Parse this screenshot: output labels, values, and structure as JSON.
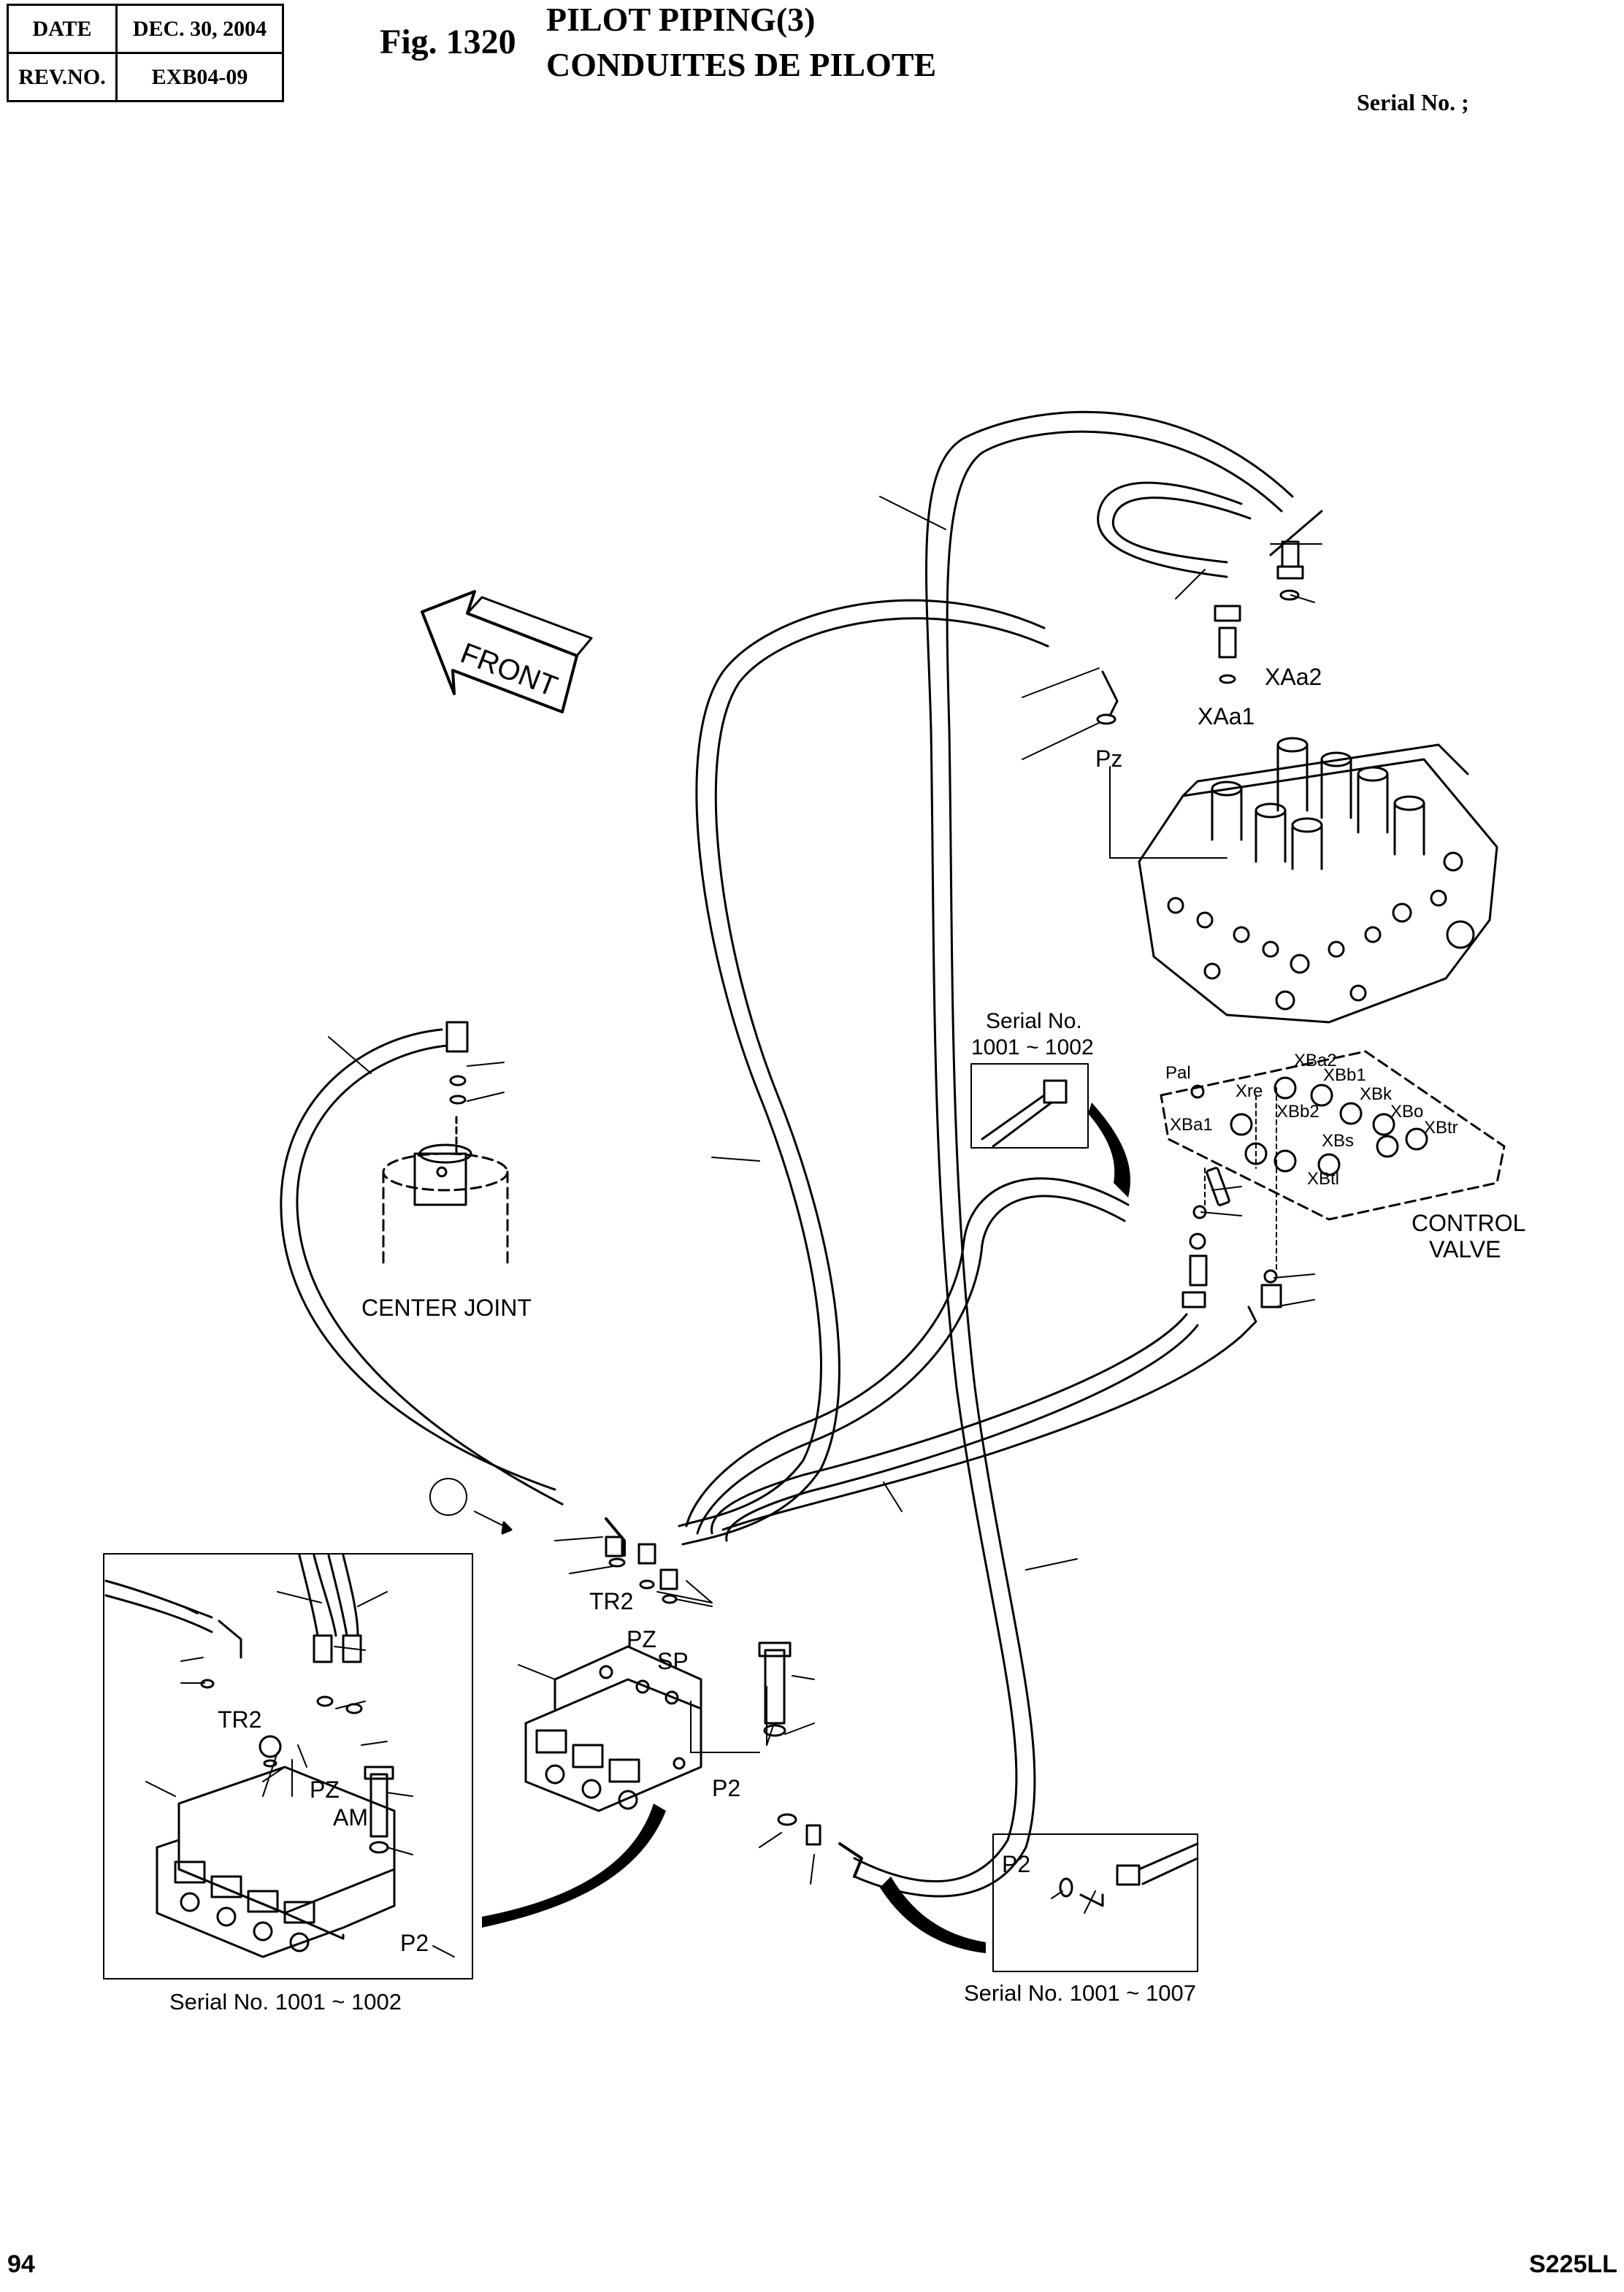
{
  "header": {
    "date_label": "DATE",
    "date_value": "DEC. 30, 2004",
    "rev_label": "REV.NO.",
    "rev_value": "EXB04-09",
    "fig": "Fig. 1320",
    "title_en": "PILOT PIPING(3)",
    "title_fr": "CONDUITES DE PILOTE",
    "serial": "Serial No. ;"
  },
  "labels": {
    "front": "FRONT",
    "xaa2": "XAa2",
    "xaa1": "XAa1",
    "pz_top": "Pz",
    "serial_cv_1": "Serial No.",
    "serial_cv_2": "1001 ~ 1002",
    "pal": "Pal",
    "xba2": "XBa2",
    "xre": "Xre",
    "xbb1": "XBb1",
    "xbk": "XBk",
    "xba1": "XBa1",
    "xbb2": "XBb2",
    "xbo": "XBo",
    "xbtr": "XBtr",
    "xbs": "XBs",
    "xbtl": "XBtl",
    "control": "CONTROL",
    "valve": "VALVE",
    "center_joint": "CENTER JOINT",
    "tr2": "TR2",
    "pz": "PZ",
    "sp": "SP",
    "p2": "P2",
    "inset_tr2": "TR2",
    "inset_pz": "PZ",
    "inset_am": "AM",
    "inset_p2": "P2",
    "inset_serial": "Serial No. 1001 ~ 1002",
    "inset2_p2": "P2",
    "inset2_serial": "Serial No. 1001 ~ 1007"
  },
  "footer": {
    "page": "94",
    "model": "S225LL"
  }
}
